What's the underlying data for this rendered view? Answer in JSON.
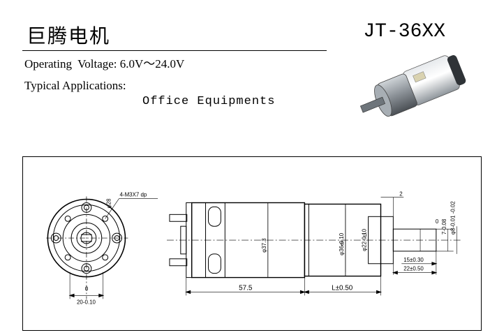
{
  "header": {
    "brand": "巨腾电机",
    "model": "JT-36XX"
  },
  "specs": {
    "voltage": "Operating  Voltage: 6.0V～24.0V",
    "applications_label": "Typical Applications:",
    "applications_value": "Office Equipments"
  },
  "drawing": {
    "dims": {
      "thread": "4-M3X7 dp",
      "pcd": "φ28",
      "front_width": "20-0.10",
      "body_len": "57.5",
      "gear_len": "L±0.50",
      "dia_motor": "φ37.3",
      "dia_gear": "φ36-0.10",
      "dia_boss": "φ22-0.10",
      "shaft_len": "15±0.30",
      "shaft_total": "22±0.50",
      "top_gap": "2",
      "flat": "7-0.08",
      "shaft_dia": "φ8-0.01 -0.02",
      "zero1": "0",
      "zero2": "0",
      "zero3": "0",
      "zero4": "0"
    }
  },
  "colors": {
    "line": "#000000",
    "photo_steel": "#9aa3ab",
    "photo_dark": "#3a3f44"
  }
}
